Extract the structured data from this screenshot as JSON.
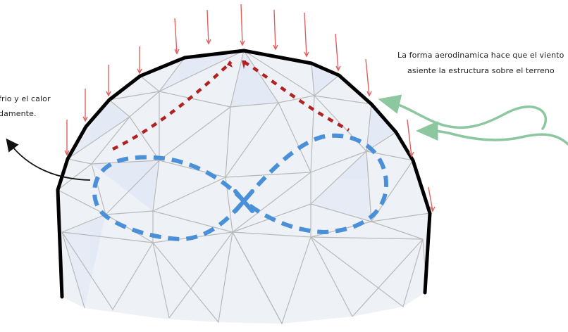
{
  "colors": {
    "background": "#ffffff",
    "dome_fill": "#eef1f6",
    "dome_panel_tint": "#e4eaf5",
    "dome_outline": "#000000",
    "grid_lines": "#b9b9b9",
    "wind_arrows": "#e06060",
    "hot_air_path": "#b22222",
    "cold_air_path": "#4a90d9",
    "wind_flow": "#8cc7a0",
    "pointer_arrow": "#111111"
  },
  "annotations": {
    "left_line1": "frio y el calor",
    "left_line2": "damente.",
    "right_line1": "La forma aerodinamica hace que el viento",
    "right_line2": "asiente la estructura sobre el terreno"
  },
  "icons": {
    "wind_arrows": "down-arrow-icon",
    "wind_flow": "curved-wind-arrow-icon",
    "pointer": "curved-pointer-arrow-icon"
  }
}
